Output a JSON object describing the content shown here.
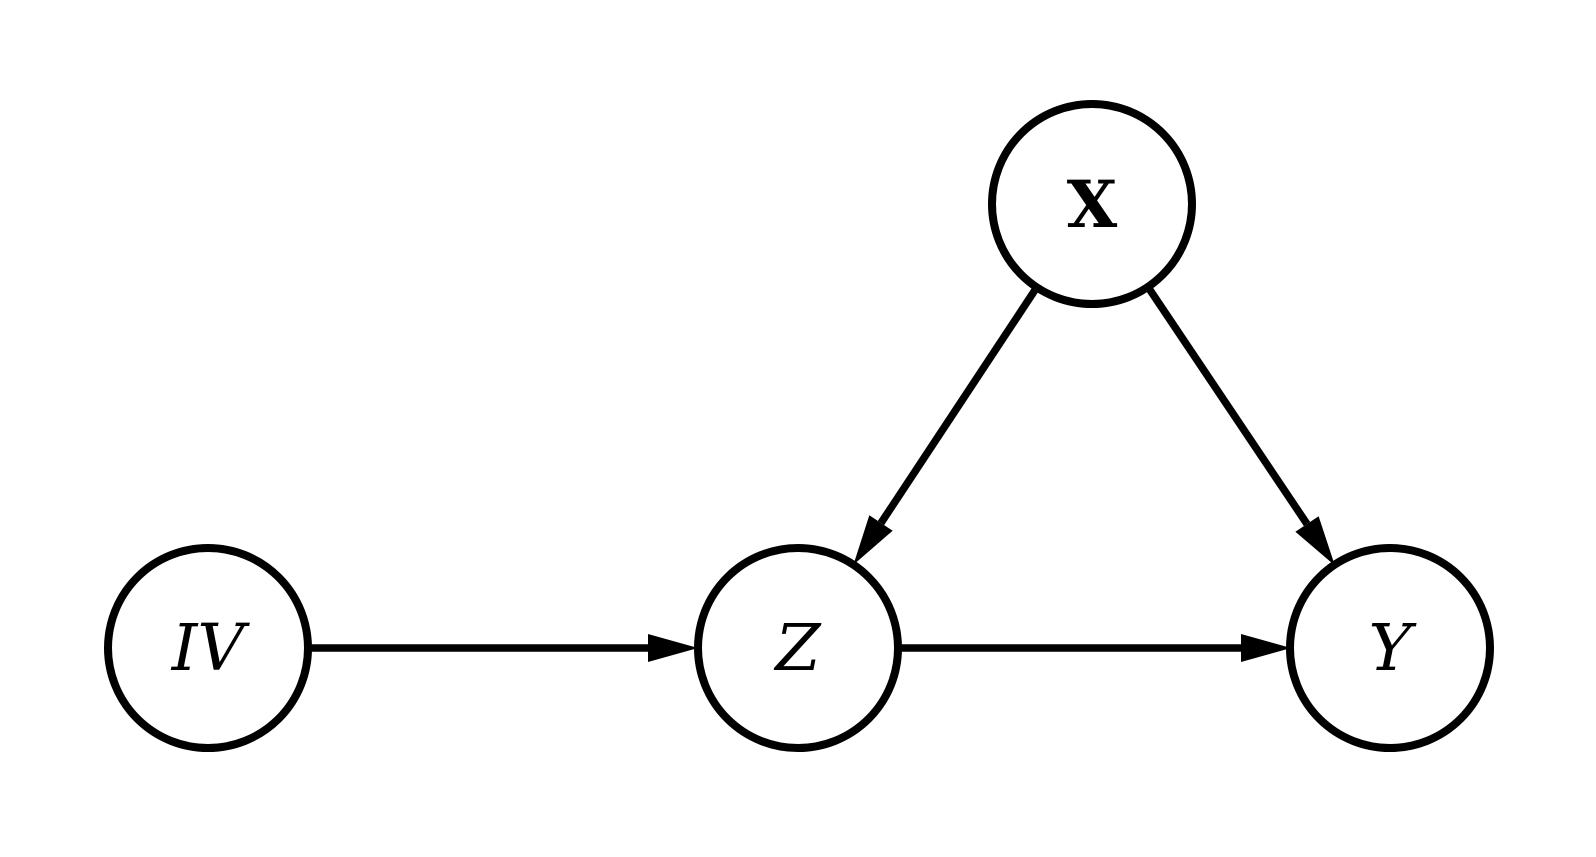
{
  "diagram": {
    "type": "causal-dag",
    "background_color": "#ffffff",
    "stroke_color": "#000000",
    "arrow_style": "filled-triangle",
    "nodes": [
      {
        "id": "IV",
        "label": "IV",
        "text_style": "italic",
        "description": "instrumental variable node, bottom left"
      },
      {
        "id": "Z",
        "label": "Z",
        "text_style": "italic",
        "description": "mediator node, bottom center"
      },
      {
        "id": "Y",
        "label": "Y",
        "text_style": "italic",
        "description": "outcome node, bottom right"
      },
      {
        "id": "X",
        "label": "X",
        "text_style": "bold",
        "description": "covariate node, top center"
      }
    ],
    "edges": [
      {
        "from": "IV",
        "to": "Z"
      },
      {
        "from": "Z",
        "to": "Y"
      },
      {
        "from": "X",
        "to": "Z"
      },
      {
        "from": "X",
        "to": "Y"
      }
    ]
  }
}
